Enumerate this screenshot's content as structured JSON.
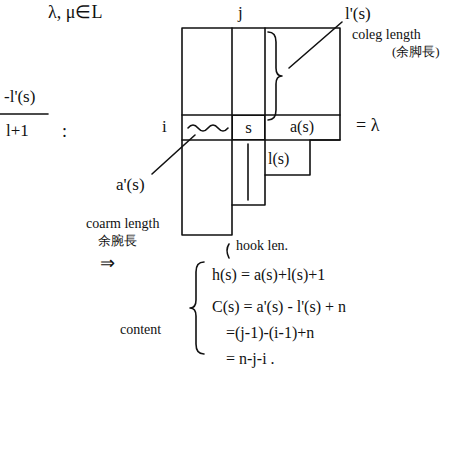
{
  "diagram": {
    "nodes": [
      {
        "text": [
          "s"
        ]
      }
    ],
    "labels": [
      "λ, μ∈L",
      "-l'(s)",
      ":",
      "l+1",
      "j",
      "l'(s)",
      "coleg length",
      "(余脚長)",
      "i",
      "a(s)",
      "= λ",
      "l(s)",
      "a'(s)",
      "coarm length",
      "余腕長",
      "⇒",
      "hook len.",
      "h(s) = a(s)+l(s)+1",
      "content",
      "C(s) = a'(s) - l'(s) + n",
      "=(j-1)-(i-1)+n",
      "= n-j-i ."
    ]
  }
}
